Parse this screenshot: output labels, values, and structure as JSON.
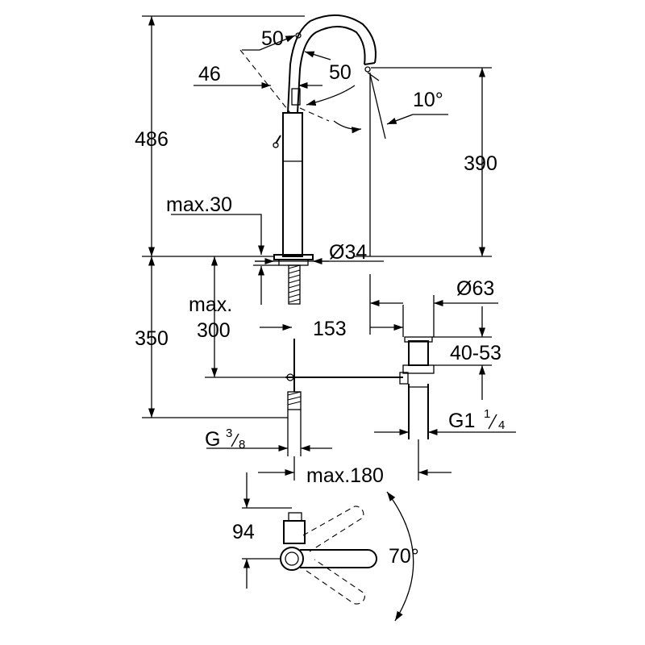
{
  "dimensions": {
    "total_height": "486",
    "spout_height": "390",
    "hole_diameter": "Ø34",
    "max_deck_thickness": "max.30",
    "spout_angle": "10°",
    "lever_radius_upper": "50",
    "lever_radius_lower": "50",
    "lever_offset": "46",
    "waste_diameter": "Ø63",
    "waste_height_range": "40-53",
    "projection": "153",
    "under_counter": "350",
    "max_rod_label_1": "max.",
    "max_rod_label_2": "300",
    "inlet_thread": "G",
    "inlet_thread_num": "3",
    "inlet_thread_den": "8",
    "waste_thread": "G1",
    "waste_thread_num": "1",
    "waste_thread_den": "4",
    "max_180": "max.180",
    "top_view_depth": "94",
    "swivel_angle": "70°"
  }
}
